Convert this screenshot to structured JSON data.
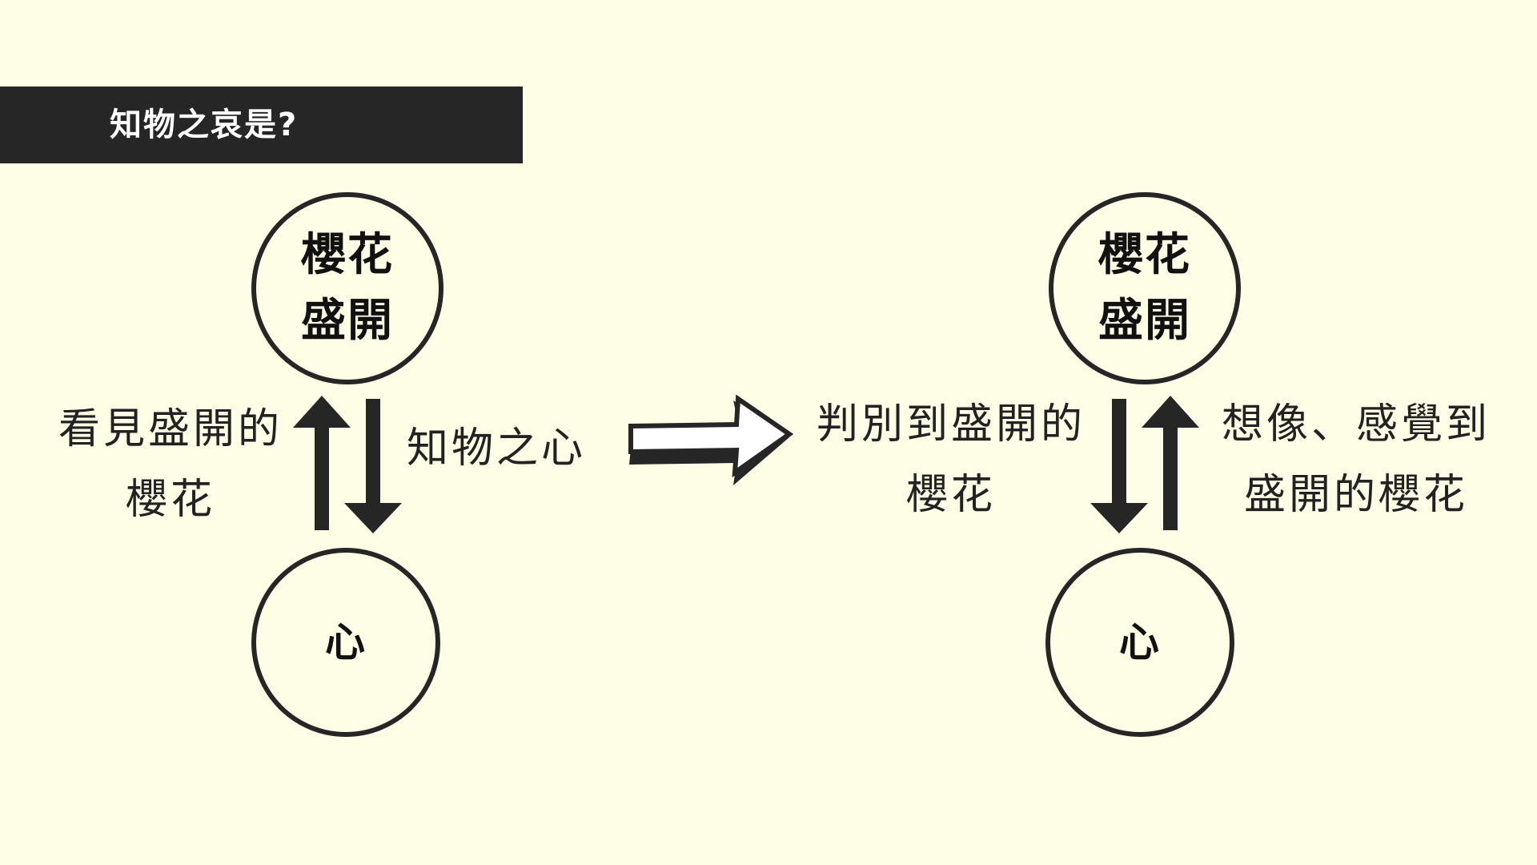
{
  "title": "知物之哀是?",
  "left_diagram": {
    "top_node": [
      "櫻花",
      "盛開"
    ],
    "bottom_node": "心",
    "left_label": [
      "看見盛開的",
      "櫻花"
    ],
    "right_label": [
      "知物之心"
    ]
  },
  "right_diagram": {
    "top_node": [
      "櫻花",
      "盛開"
    ],
    "bottom_node": "心",
    "left_label": [
      "判別到盛開的",
      "櫻花"
    ],
    "right_label": [
      "想像、感覺到",
      "盛開的櫻花"
    ]
  },
  "colors": {
    "background": "#fefde6",
    "ink": "#262626",
    "title_text": "#ffffff"
  }
}
